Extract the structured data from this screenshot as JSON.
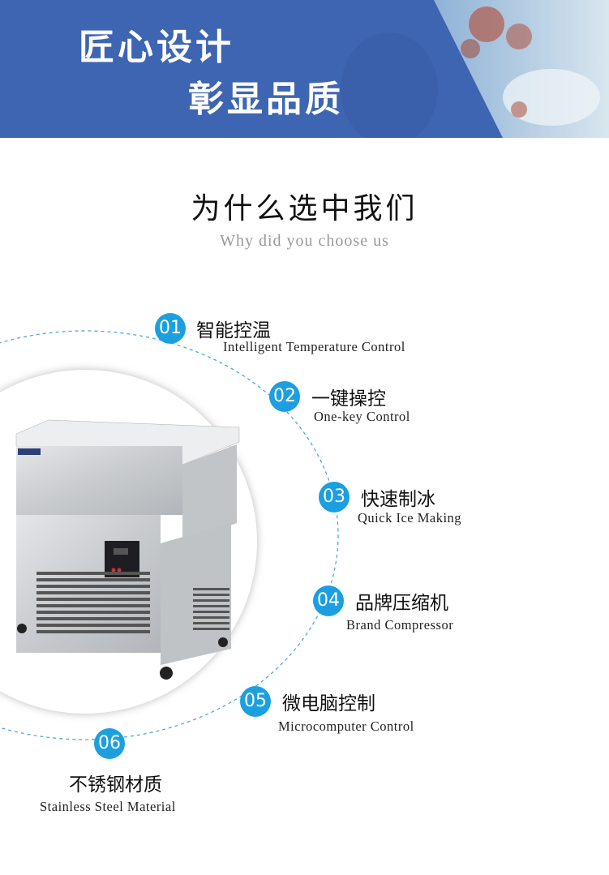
{
  "banner": {
    "line1": "匠心设计",
    "line2": "彰显品质"
  },
  "section": {
    "title": "为什么选中我们",
    "subtitle": "Why did you choose us"
  },
  "features": [
    {
      "num": "01",
      "zh": "智能控温",
      "en": "Intelligent Temperature Control"
    },
    {
      "num": "02",
      "zh": "一键操控",
      "en": "One-key Control"
    },
    {
      "num": "03",
      "zh": "快速制冰",
      "en": "Quick Ice Making"
    },
    {
      "num": "04",
      "zh": "品牌压缩机",
      "en": "Brand Compressor"
    },
    {
      "num": "05",
      "zh": "微电脑控制",
      "en": "Microcomputer Control"
    },
    {
      "num": "06",
      "zh": "不锈钢材质",
      "en": "Stainless Steel Material"
    }
  ],
  "colors": {
    "banner": "#3e65b1",
    "accent": "#1c9fe0"
  }
}
